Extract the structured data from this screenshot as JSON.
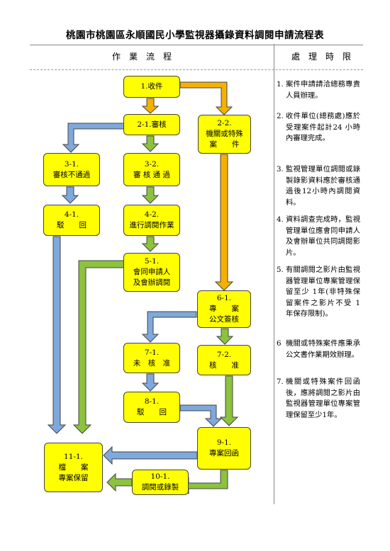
{
  "title": "桃園市桃園區永順國民小學監視器攝錄資料調閱申請流程表",
  "headers": {
    "flow": "作　業　流　程",
    "time": "處　理　時　限"
  },
  "boxes": {
    "b1": [
      "1.收件"
    ],
    "b21": [
      "2-1.審核"
    ],
    "b22": [
      "2-2.",
      "機關或特殊",
      "案　　件"
    ],
    "b31": [
      "3-1.",
      "審核不通過"
    ],
    "b32": [
      "3-2.",
      "審 核 通 過"
    ],
    "b41": [
      "4-1.",
      "駁　　回"
    ],
    "b42": [
      "4-2.",
      "進行調閱作業"
    ],
    "b51": [
      "5-1.",
      "會同申請人",
      "及會辦調閱"
    ],
    "b61": [
      "6-1.",
      "專　　案",
      "公文簽核"
    ],
    "b71": [
      "7-1.",
      "未　核　准"
    ],
    "b72": [
      "7-2.",
      "核　　准"
    ],
    "b81": [
      "8-1.",
      "駁　　回"
    ],
    "b91": [
      "9-1.",
      "專案回函"
    ],
    "b101": [
      "10-1.",
      "調閱或錄製"
    ],
    "b111": [
      "11-1.",
      "檔　　案",
      "專案保留"
    ]
  },
  "notes": [
    {
      "num": "1.",
      "text": "案件申請請洽總務專責人員辦理。"
    },
    {
      "num": "2.",
      "text": "收件單位(總務處)應於受理案件起計24 小時內審理完成。"
    },
    {
      "num": "3.",
      "text": "監視管理單位調閱或錄製錄影資料應於審核通過後12小時內調閱資料。"
    },
    {
      "num": "4.",
      "text": "資料調查完成時，監視管理單位應會同申請人及會辦單位共同調閱影片。"
    },
    {
      "num": "5.",
      "text": "有關調閱之影片由監視器管理單位專案管理保留至少 1年(非特殊保留案件之影片不受 1 年保存限制)。"
    },
    {
      "num": "6",
      "text": "機關或特殊案件應秉承公文書作業期效辦理。"
    },
    {
      "num": "7.",
      "text": "機關或特殊案件回函後，應將調閱之影片由監視器管理單位專案管理保留至少1年。"
    }
  ],
  "colors": {
    "box": "#ffff00",
    "orange": "#f5b100",
    "blue": "#7fa8dc",
    "green": "#8cc23d"
  }
}
